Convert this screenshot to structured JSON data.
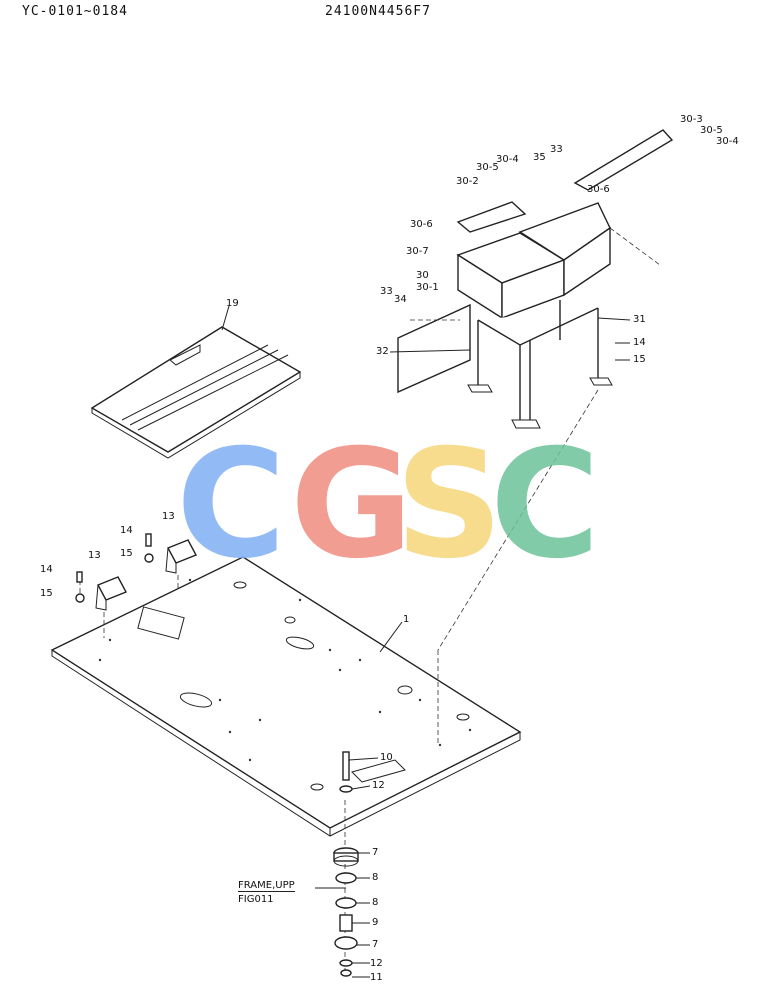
{
  "header": {
    "serial_range": "YC-0101~0184",
    "part_code": "24100N4456F7"
  },
  "watermark": {
    "letters": [
      "C",
      "G",
      "S",
      "C"
    ],
    "colors": [
      "#7fb0f5",
      "#f08c80",
      "#f7d67a",
      "#6cc39a"
    ]
  },
  "frame_note": {
    "line1": "FRAME,UPP",
    "line2": "FIG011"
  },
  "callouts": {
    "c1": "1",
    "c7a": "7",
    "c7b": "7",
    "c8a": "8",
    "c8b": "8",
    "c9": "9",
    "c10": "10",
    "c11": "11",
    "c12a": "12",
    "c12b": "12",
    "c13a": "13",
    "c13b": "13",
    "c14a": "14",
    "c14b": "14",
    "c14c": "14",
    "c15a": "15",
    "c15b": "15",
    "c15c": "15",
    "c19": "19",
    "c30": "30",
    "c30_1": "30-1",
    "c30_2": "30-2",
    "c30_3": "30-3",
    "c30_4a": "30-4",
    "c30_4b": "30-4",
    "c30_5a": "30-5",
    "c30_5b": "30-5",
    "c30_6a": "30-6",
    "c30_6b": "30-6",
    "c30_7": "30-7",
    "c31": "31",
    "c32": "32",
    "c33a": "33",
    "c33b": "33",
    "c34": "34",
    "c35": "35"
  }
}
